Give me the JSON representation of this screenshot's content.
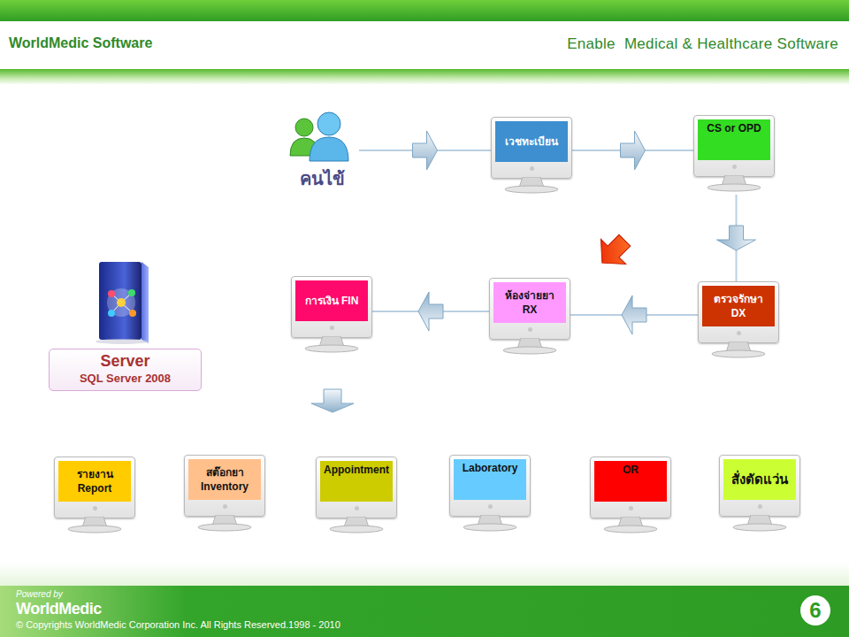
{
  "diagram": {
    "nodes": [
      {
        "text": [
          "คนไข้"
        ]
      },
      {
        "text": [
          "เวชทะเบียน"
        ]
      },
      {
        "text": [
          "CS or OPD"
        ]
      },
      {
        "text": [
          "Server",
          "SQL Server 2008"
        ]
      },
      {
        "text": [
          "การเงิน FIN"
        ]
      },
      {
        "text": [
          "ห้องจ่ายยา RX"
        ]
      },
      {
        "text": [
          "ตรวจรักษา DX"
        ]
      },
      {
        "text": [
          "รายงาน Report"
        ]
      },
      {
        "text": [
          "สต๊อกยา Inventory"
        ]
      },
      {
        "text": [
          "Appointment"
        ]
      },
      {
        "text": [
          "Laboratory"
        ]
      },
      {
        "text": [
          "OR"
        ]
      },
      {
        "text": [
          "สั่งตัดแว่น"
        ]
      }
    ],
    "edges": [
      {
        "from": 0,
        "to": 1,
        "arrow": "to"
      },
      {
        "from": 1,
        "to": 2,
        "arrow": "to"
      },
      {
        "from": 2,
        "to": 6,
        "arrow": "to"
      },
      {
        "from": 6,
        "to": 5,
        "arrow": "to"
      },
      {
        "from": 5,
        "to": 4,
        "arrow": "to"
      }
    ],
    "labels": [
      "WorldMedic Software",
      "Enable  Medical & Healthcare Software",
      "Powered by",
      "WorldMedic",
      "© Copyrights WorldMedic Corporation Inc. All Rights Reserved.1998 - 2010",
      "6"
    ]
  }
}
